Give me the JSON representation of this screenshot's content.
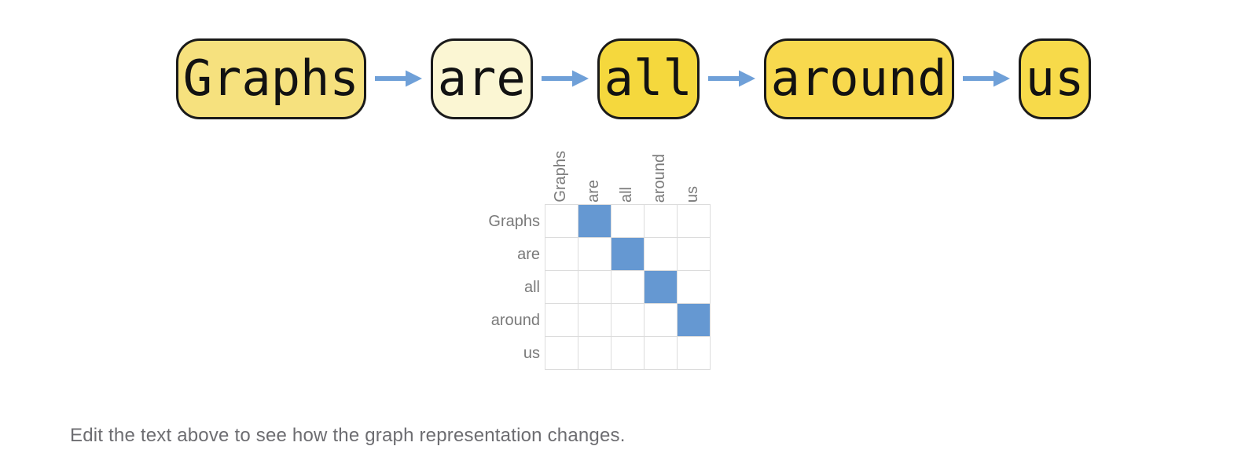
{
  "colors": {
    "node_border": "#1a1a1a",
    "arrow": "#6fa0d8",
    "cell_filled": "#6598d2",
    "grid_line": "#dcdcdc",
    "label_gray": "#7a7a7a",
    "caption_gray": "#6d6d71"
  },
  "chain": {
    "words": [
      {
        "label": "Graphs",
        "fill": "#f6e17e"
      },
      {
        "label": "are",
        "fill": "#fbf6d3"
      },
      {
        "label": "all",
        "fill": "#f5d83d"
      },
      {
        "label": "around",
        "fill": "#f8d94e"
      },
      {
        "label": "us",
        "fill": "#f7da4a"
      }
    ]
  },
  "matrix": {
    "column_labels": [
      "Graphs",
      "are",
      "all",
      "around",
      "us"
    ],
    "row_labels": [
      "Graphs",
      "are",
      "all",
      "around",
      "us"
    ],
    "size": 5,
    "filled_cells": [
      [
        0,
        1
      ],
      [
        1,
        2
      ],
      [
        2,
        3
      ],
      [
        3,
        4
      ]
    ]
  },
  "figure": {
    "caption": "Edit the text above to see how the graph representation changes."
  }
}
